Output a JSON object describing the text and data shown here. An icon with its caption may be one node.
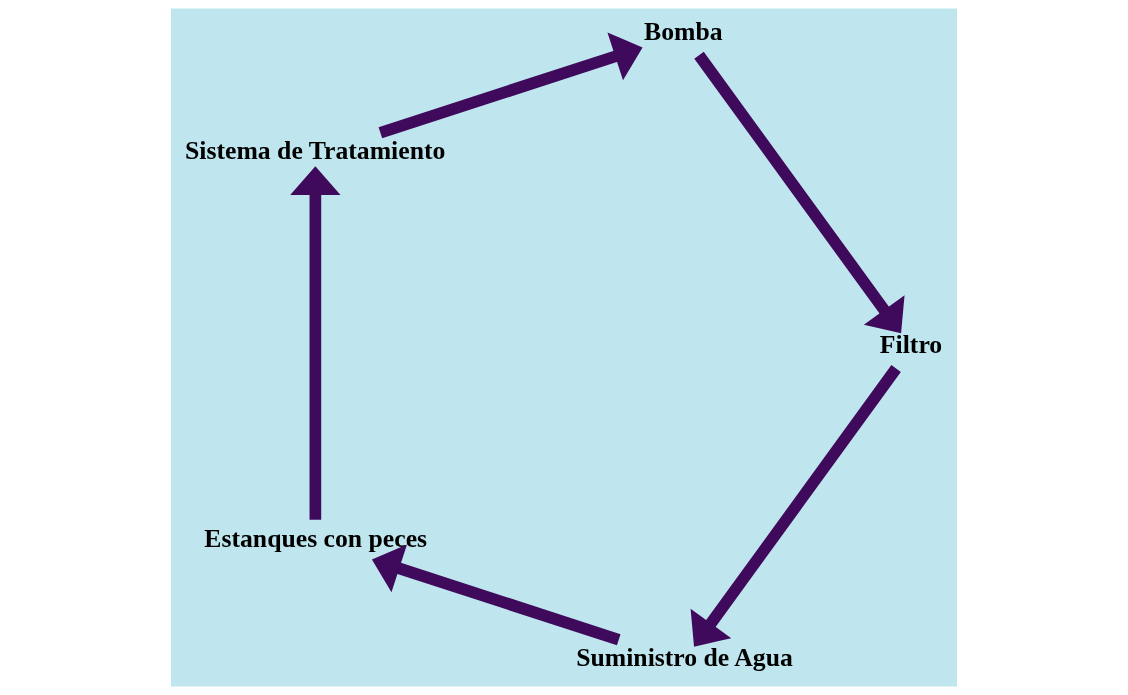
{
  "diagram": {
    "nodes": [
      {
        "text": [
          "Suministro de Agua"
        ]
      },
      {
        "text": [
          "Estanques con peces"
        ]
      },
      {
        "text": [
          "Sistema de Tratamiento"
        ]
      },
      {
        "text": [
          "Bomba"
        ]
      },
      {
        "text": [
          "Filtro"
        ]
      }
    ],
    "edges": [
      {
        "from": 0,
        "to": 1,
        "arrow": "to"
      },
      {
        "from": 1,
        "to": 2,
        "arrow": "to"
      },
      {
        "from": 2,
        "to": 3,
        "arrow": "to"
      },
      {
        "from": 3,
        "to": 4,
        "arrow": "to"
      },
      {
        "from": 4,
        "to": 0,
        "arrow": "to"
      }
    ]
  }
}
